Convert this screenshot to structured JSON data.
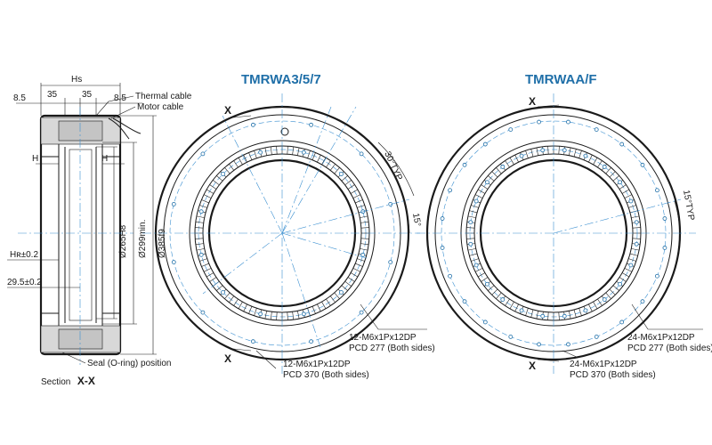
{
  "section_view": {
    "dim_hs": "Hs",
    "dim_flange_left": "8.5",
    "dim_flange_right": "8.5",
    "dim_width_left": "35",
    "dim_width_right": "35",
    "dim_h_left": "H",
    "dim_h_right": "H",
    "dim_hr": "Hʀ±0.2",
    "dim_29_5": "29.5±0.2",
    "dim_d265": "Ø265H8",
    "dim_d299": "Ø299min.",
    "dim_d385": "Ø385f9",
    "label_thermal_cable": "Thermal cable",
    "label_motor_cable": "Motor cable",
    "label_seal": "Seal (O-ring) position",
    "section_prefix": "Section",
    "section_name": "X-X"
  },
  "view_a": {
    "title": "TMRWA3/5/7",
    "angle_30": "30°TYP",
    "angle_15": "15°",
    "inner_holes_label_1": "12-M6x1Px12DP",
    "inner_holes_label_2": "PCD 277 (Both sides)",
    "outer_holes_label_1": "12-M6x1Px12DP",
    "outer_holes_label_2": "PCD 370 (Both sides)",
    "section_mark_top": "X",
    "section_mark_bottom": "X",
    "inner_hole_count": 12,
    "outer_hole_count": 12
  },
  "view_b": {
    "title": "TMRWAA/F",
    "angle_15": "15°TYP",
    "inner_holes_label_1": "24-M6x1Px12DP",
    "inner_holes_label_2": "PCD 277 (Both sides)",
    "outer_holes_label_1": "24-M6x1Px12DP",
    "outer_holes_label_2": "PCD 370 (Both sides)",
    "section_mark_top": "X",
    "section_mark_bottom": "X",
    "inner_hole_count": 24,
    "outer_hole_count": 24
  },
  "colors": {
    "accent": "#1f6fa8",
    "centerline": "#3a8fd0",
    "line": "#1a1a1a"
  }
}
